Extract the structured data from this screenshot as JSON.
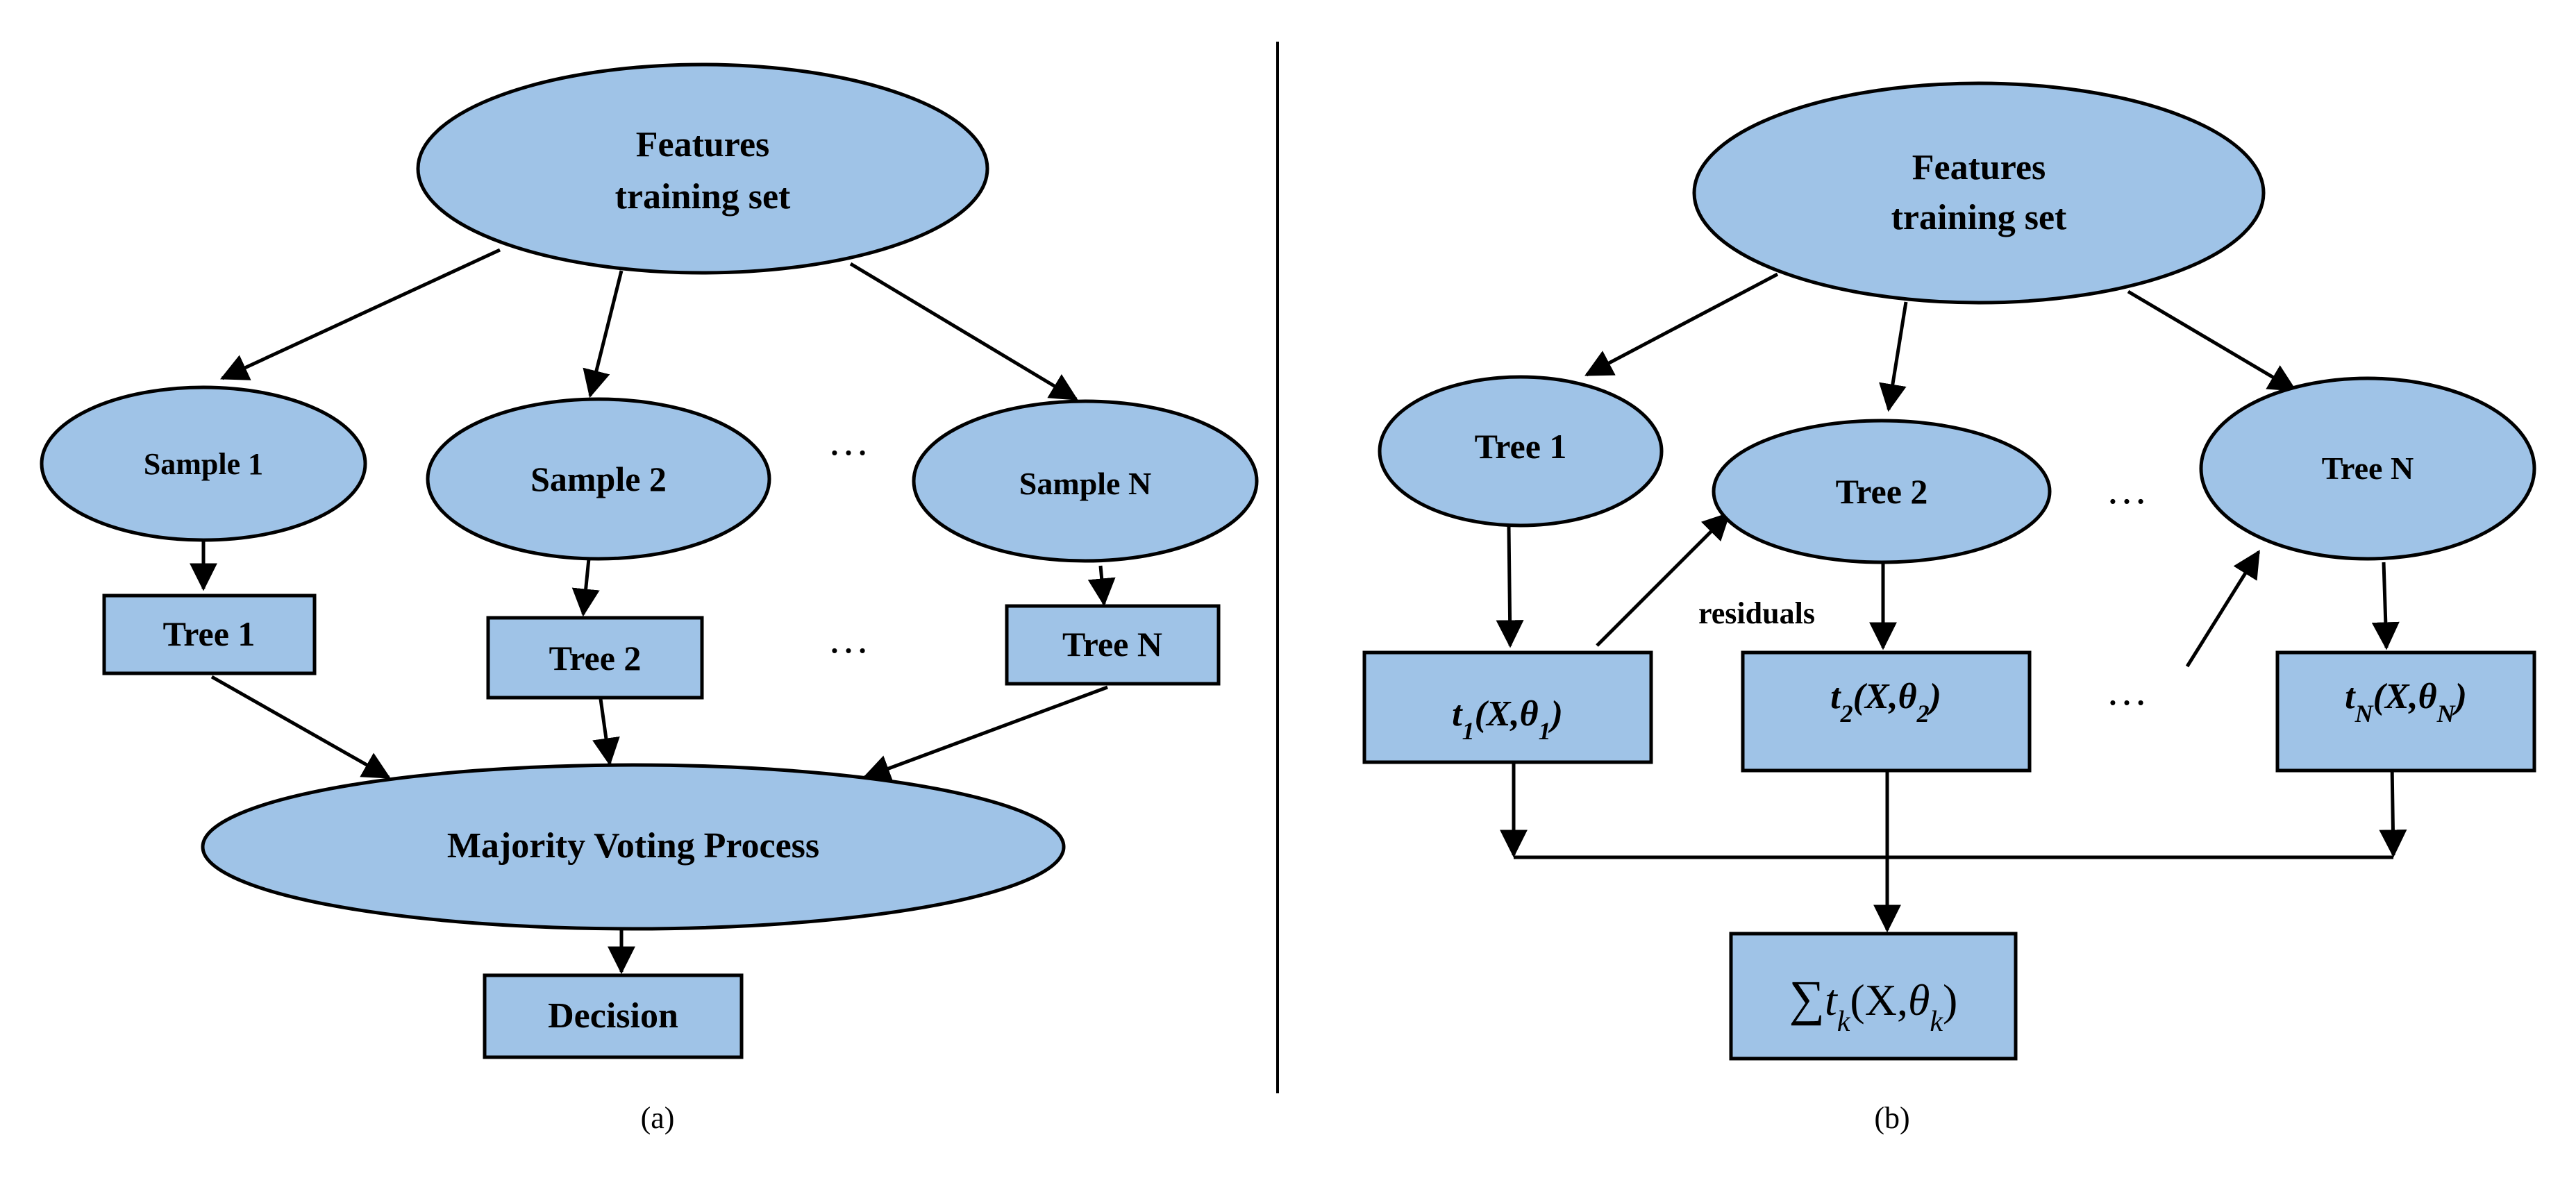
{
  "panel_a": {
    "caption": "(a)",
    "root_line1": "Features",
    "root_line2": "training set",
    "samples": [
      "Sample 1",
      "Sample 2",
      "Sample N"
    ],
    "trees": [
      "Tree 1",
      "Tree 2",
      "Tree N"
    ],
    "ellipsis": "…",
    "voting": "Majority Voting Process",
    "decision": "Decision"
  },
  "panel_b": {
    "caption": "(b)",
    "root_line1": "Features",
    "root_line2": "training set",
    "trees": [
      "Tree 1",
      "Tree 2",
      "Tree N"
    ],
    "ellipsis": "…",
    "residuals": "residuals",
    "models": [
      {
        "base": "t",
        "sub": "1",
        "mid": "(X,",
        "theta": "θ",
        "theta_sub": "1",
        "close": ")"
      },
      {
        "base": "t",
        "sub": "2",
        "mid": "(X,",
        "theta": "θ",
        "theta_sub": "2",
        "close": ")"
      },
      {
        "base": "t",
        "sub": "N",
        "mid": "(X,",
        "theta": "θ",
        "theta_sub": "N",
        "close": ")"
      }
    ],
    "sum": {
      "sigma": "∑",
      "base": "t",
      "sub": "k",
      "mid": "(X,",
      "theta": "θ",
      "theta_sub": "k",
      "close": ")"
    }
  }
}
